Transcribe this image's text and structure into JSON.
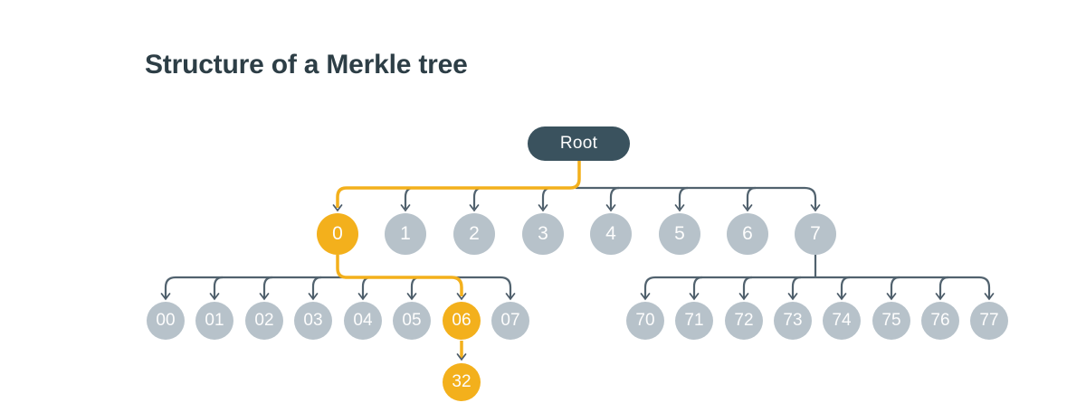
{
  "title": "Structure of a Merkle tree",
  "colors": {
    "background": "#ffffff",
    "title_text": "#2d3e46",
    "accent_orange": "#f3b01c",
    "node_gray": "#b7c2ca",
    "root_fill": "#3a525e",
    "line_gray": "#51626e",
    "arrowhead": "#4a5a67",
    "node_text": "#fdfdfd"
  },
  "tree": {
    "root": "Root",
    "level1": [
      "0",
      "1",
      "2",
      "3",
      "4",
      "5",
      "6",
      "7"
    ],
    "left_leaves": [
      "00",
      "01",
      "02",
      "03",
      "04",
      "05",
      "06",
      "07"
    ],
    "right_leaves": [
      "70",
      "71",
      "72",
      "73",
      "74",
      "75",
      "76",
      "77"
    ],
    "data_leaf": "32",
    "highlighted_path": [
      "Root",
      "0",
      "06",
      "32"
    ]
  }
}
